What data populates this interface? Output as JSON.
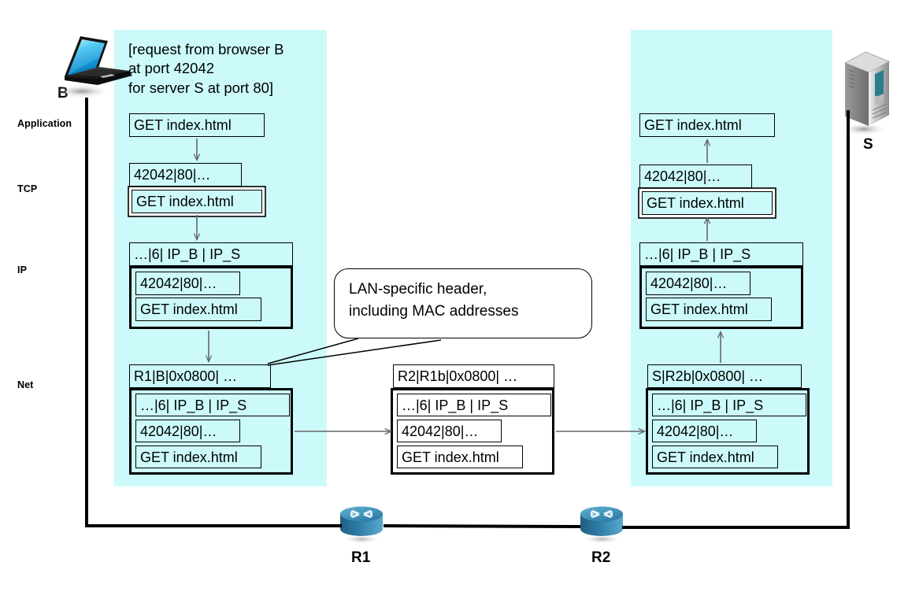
{
  "diagram": {
    "title": "Protocol stack encapsulation across browser, routers and server",
    "colors": {
      "host_panel": "#CCFAFA",
      "router_body": "#2E7EA8",
      "router_top": "#4C9FC4",
      "box_border": "#000000",
      "background": "#FFFFFF"
    }
  },
  "layers": [
    {
      "name": "layer-application",
      "label": "Application"
    },
    {
      "name": "layer-tcp",
      "label": "TCP"
    },
    {
      "name": "layer-ip",
      "label": "IP"
    },
    {
      "name": "layer-net",
      "label": "Net"
    }
  ],
  "nodes": {
    "browser": {
      "label": "B",
      "icon": "laptop-icon"
    },
    "server": {
      "label": "S",
      "icon": "server-icon"
    },
    "router1": {
      "label": "R1",
      "icon": "router-icon"
    },
    "router2": {
      "label": "R2",
      "icon": "router-icon"
    }
  },
  "request_note": {
    "line1": "[request  from browser  B",
    "line2": " at port 42042",
    "line3": "  for server S at port 80]"
  },
  "callout": {
    "line1": "LAN-specific header,",
    "line2": "including MAC addresses"
  },
  "payloads": {
    "http": "GET index.html",
    "tcp_header": "42042|80|…",
    "ip_header": "…|6| IP_B | IP_S",
    "net_header_b_r1": "R1|B|0x0800|  …",
    "net_header_r1_r2": "R2|R1b|0x0800|  …",
    "net_header_r2_s": "S|R2b|0x0800|  …"
  },
  "left_stack": {
    "application": {
      "box": "GET index.html"
    },
    "tcp": {
      "header": "42042|80|…",
      "payload": "GET index.html"
    },
    "ip": {
      "header": "…|6| IP_B | IP_S",
      "inner_header": "42042|80|…",
      "inner_payload": "GET index.html"
    },
    "net": {
      "header": "R1|B|0x0800|  …",
      "ip_header": "…|6| IP_B | IP_S",
      "tcp_header": "42042|80|…",
      "payload": "GET index.html"
    }
  },
  "middle_stack": {
    "net": {
      "header": "R2|R1b|0x0800|  …",
      "ip_header": "…|6| IP_B | IP_S",
      "tcp_header": "42042|80|…",
      "payload": "GET index.html"
    }
  },
  "right_stack": {
    "application": {
      "box": "GET index.html"
    },
    "tcp": {
      "header": "42042|80|…",
      "payload": "GET index.html"
    },
    "ip": {
      "header": "…|6| IP_B | IP_S",
      "inner_header": "42042|80|…",
      "inner_payload": "GET index.html"
    },
    "net": {
      "header": "S|R2b|0x0800|  …",
      "ip_header": "…|6| IP_B | IP_S",
      "tcp_header": "42042|80|…",
      "payload": "GET index.html"
    }
  }
}
